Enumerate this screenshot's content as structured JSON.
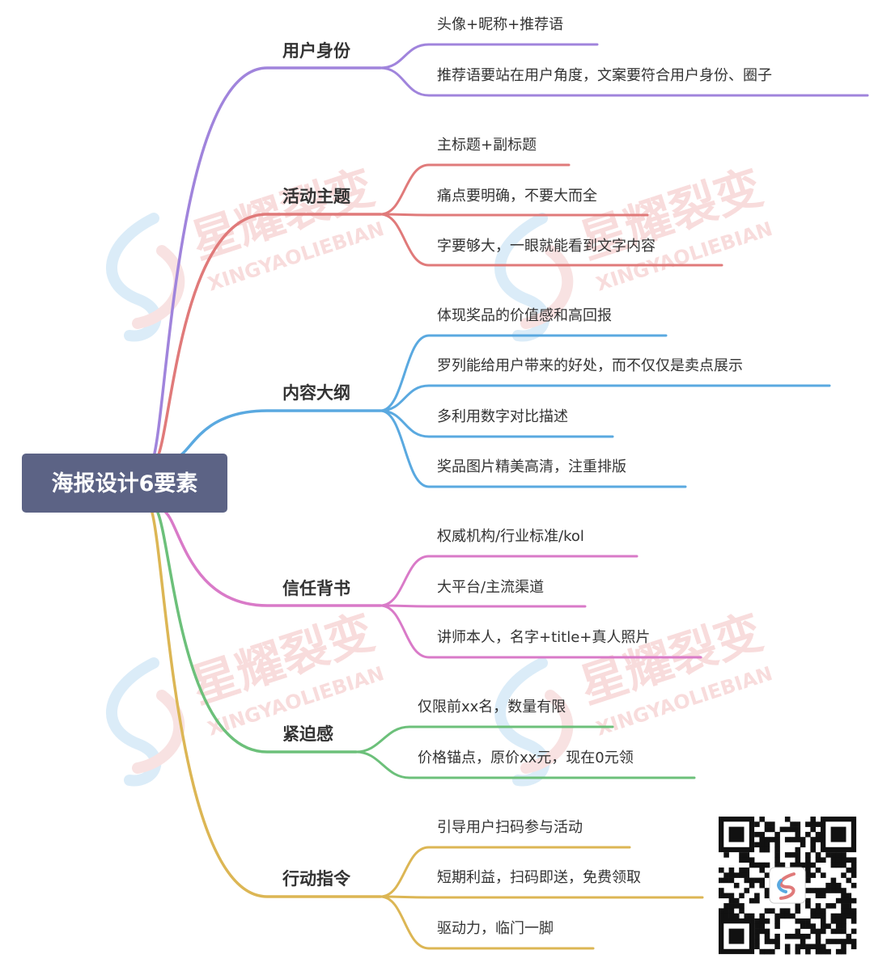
{
  "root": {
    "label": "海报设计6要素"
  },
  "branches": [
    {
      "label": "用户身份",
      "color": "#a084dc",
      "leaves": [
        "头像+昵称+推荐语",
        "推荐语要站在用户角度，文案要符合用户身份、圈子"
      ]
    },
    {
      "label": "活动主题",
      "color": "#e07a7a",
      "leaves": [
        "主标题+副标题",
        "痛点要明确，不要大而全",
        "字要够大，一眼就能看到文字内容"
      ]
    },
    {
      "label": "内容大纲",
      "color": "#5aa9e0",
      "leaves": [
        "体现奖品的价值感和高回报",
        "罗列能给用户带来的好处，而不仅仅是卖点展示",
        "多利用数字对比描述",
        "奖品图片精美高清，注重排版"
      ]
    },
    {
      "label": "信任背书",
      "color": "#d97ac8",
      "leaves": [
        "权威机构/行业标准/kol",
        "大平台/主流渠道",
        "讲师本人，名字+title+真人照片"
      ]
    },
    {
      "label": "紧迫感",
      "color": "#6cc07a",
      "leaves": [
        "仅限前xx名，数量有限",
        "价格锚点，原价xx元，现在0元领"
      ]
    },
    {
      "label": "行动指令",
      "color": "#dcb654",
      "leaves": [
        "引导用户扫码参与活动",
        "短期利益，扫码即送，免费领取",
        "驱动力，临门一脚"
      ]
    }
  ],
  "watermark": {
    "cn": "星耀裂变",
    "en": "XINGYAOLIEBIAN"
  },
  "qr_icon": "qr-code-icon"
}
